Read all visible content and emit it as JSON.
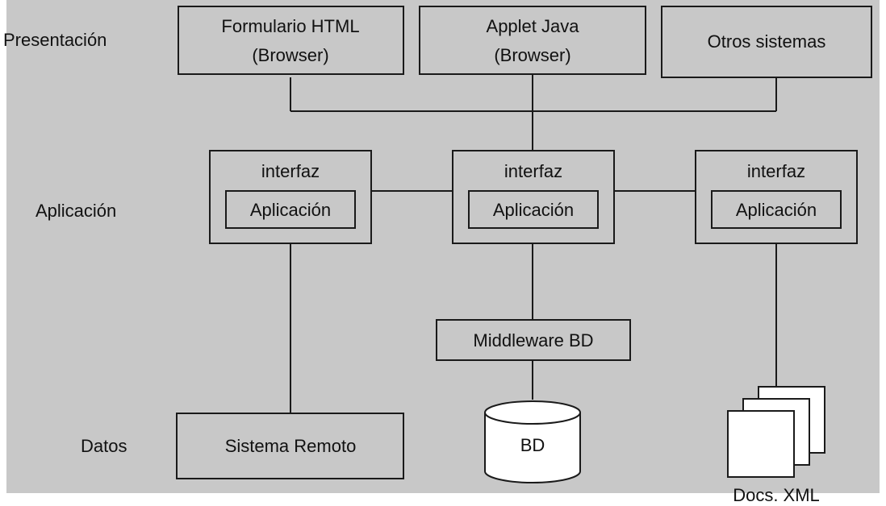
{
  "layers": {
    "presentation": "Presentación",
    "application": "Aplicación",
    "data": "Datos"
  },
  "presentation_nodes": {
    "html_form": [
      "Formulario HTML",
      "(Browser)"
    ],
    "java_applet": [
      "Applet Java",
      "(Browser)"
    ],
    "other_systems": "Otros sistemas"
  },
  "app_nodes": [
    {
      "interface": "interfaz",
      "app": "Aplicación"
    },
    {
      "interface": "interfaz",
      "app": "Aplicación"
    },
    {
      "interface": "interfaz",
      "app": "Aplicación"
    }
  ],
  "data_nodes": {
    "middleware": "Middleware BD",
    "remote_system": "Sistema Remoto",
    "database": "BD",
    "xml_docs": "Docs. XML"
  },
  "colors": {
    "background_panel": "#c8c8c8",
    "border": "#1a1a1a",
    "document": "#ffffff"
  }
}
